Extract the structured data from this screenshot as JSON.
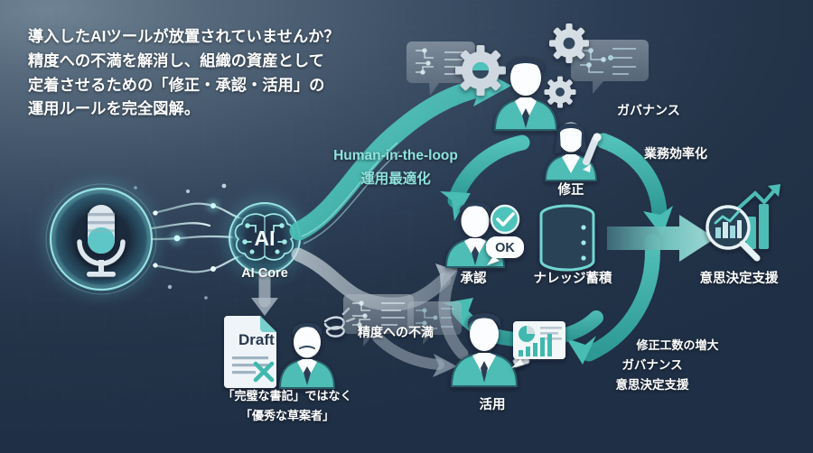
{
  "headline": {
    "lines": [
      "導入したAIツールが放置されていませんか？",
      "精度への不満を解消し、組織の資産として",
      "定着させるための「修正・承認・活用」の",
      "運用ルールを完全図解。"
    ]
  },
  "nodes": {
    "mic": {
      "name": "microphone-icon"
    },
    "ai_core": {
      "label": "AI Core",
      "badge": "AI"
    },
    "draft": {
      "doc_label": "Draft",
      "caption_line1": "「完璧な書記」ではなく",
      "caption_line2": "「優秀な草案者」"
    },
    "shuusei": {
      "label": "修正"
    },
    "shounin": {
      "label": "承認",
      "badge": "OK"
    },
    "katsuyou": {
      "label": "活用"
    },
    "knowledge": {
      "label": "ナレッジ蓄積"
    },
    "decision": {
      "label": "意思決定支援"
    }
  },
  "labels": {
    "hitl_en": "Human-in-the-loop",
    "hitl_ja": "運用最適化",
    "fuman": "精度への不満",
    "governance_top": "ガバナンス",
    "efficiency": "業務効率化",
    "bottom_1": "修正工数の増大",
    "bottom_2": "ガバナンス",
    "bottom_3": "意思決定支援"
  },
  "colors": {
    "teal": "#3fb8ae",
    "teal_light": "#7fd8d2",
    "teal_label": "#8fe3e0",
    "gray_arrow": "#9aa7b3",
    "bg_dark": "#22334d",
    "bg_light": "#5d7183",
    "white": "#ffffff"
  }
}
